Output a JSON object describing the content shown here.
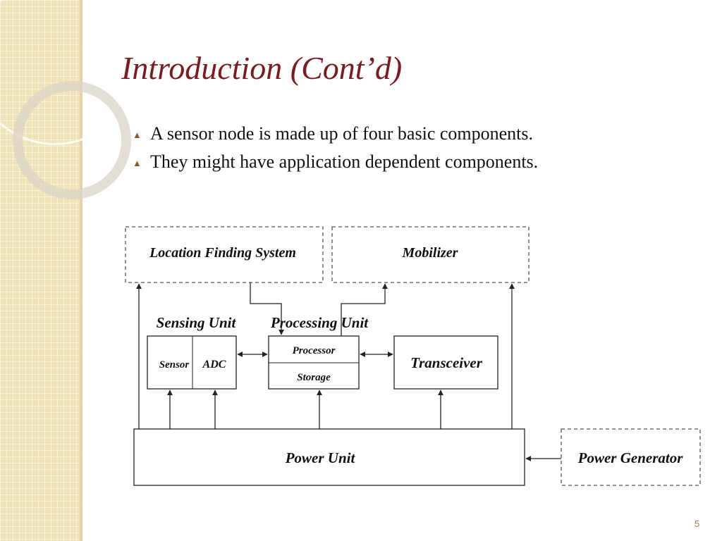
{
  "slide": {
    "title": "Introduction (Cont’d)",
    "page_number": "5",
    "bullet_icon": "small-triangle-bullet-icon",
    "bullets": [
      {
        "text": "A sensor node is made up of four basic components."
      },
      {
        "text": "They might have application dependent components."
      }
    ]
  },
  "diagram": {
    "location_finding_system": "Location Finding System",
    "mobilizer": "Mobilizer",
    "sensing_unit": "Sensing Unit",
    "processing_unit": "Processing Unit",
    "sensor": "Sensor",
    "adc": "ADC",
    "processor": "Processor",
    "storage": "Storage",
    "transceiver": "Transceiver",
    "power_unit": "Power Unit",
    "power_generator": "Power Generator"
  },
  "colors": {
    "title": "#7b1a21",
    "side_panel": "#f1e2b8"
  }
}
